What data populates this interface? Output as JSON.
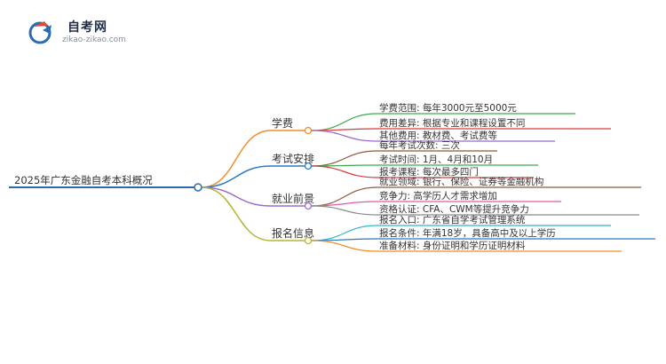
{
  "logo": {
    "name": "自考网",
    "url": "zikao-zikao.com"
  },
  "colors": {
    "root": "#2b6cb0"
  },
  "root": {
    "label": "2025年广东金融自考本科概况"
  },
  "branches": [
    {
      "label": "学费",
      "color": "#f28c28",
      "children": [
        {
          "label": "学费范围: 每年3000元至5000元",
          "color": "#3daa50"
        },
        {
          "label": "费用差异: 根据专业和课程设置不同",
          "color": "#d93a3a"
        },
        {
          "label": "其他费用: 教材费、考试费等",
          "color": "#9b6cc7"
        }
      ]
    },
    {
      "label": "考试安排",
      "color": "#2b7bbf",
      "children": [
        {
          "label": "每年考试次数: 三次",
          "color": "#8a5a3c"
        },
        {
          "label": "考试时间: 1月、4月和10月",
          "color": "#3daa50"
        },
        {
          "label": "报考课程: 每次最多四门",
          "color": "#d93a3a"
        }
      ]
    },
    {
      "label": "就业前景",
      "color": "#9b6cc7",
      "children": [
        {
          "label": "就业领域: 银行、保险、证券等金融机构",
          "color": "#8a5a3c"
        },
        {
          "label": "竞争力: 高学历人才需求增加",
          "color": "#e05aa8"
        },
        {
          "label": "资格认证: CFA、CWM等提升竞争力",
          "color": "#8a8a8a"
        }
      ]
    },
    {
      "label": "报名信息",
      "color": "#b5b53a",
      "children": [
        {
          "label": "报名入口: 广东省自学考试管理系统",
          "color": "#2fb8c8"
        },
        {
          "label": "报名条件: 年满18岁，具备高中及以上学历",
          "color": "#2b7bbf"
        },
        {
          "label": "准备材料: 身份证明和学历证明材料",
          "color": "#f28c28"
        }
      ]
    }
  ]
}
